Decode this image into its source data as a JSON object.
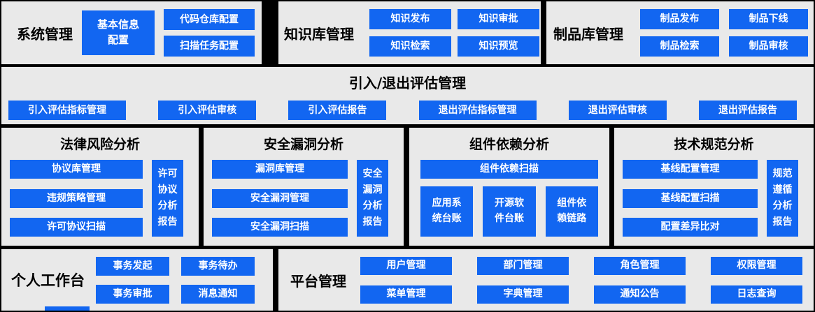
{
  "colors": {
    "background": "#000000",
    "panel": "#e9e9e9",
    "button": "#1266f1",
    "button_text": "#ffffff",
    "title_text": "#000000"
  },
  "panels": {
    "system": {
      "title": "系统管理",
      "buttons": {
        "basic_info": "基本信息\n配置",
        "code_repo": "代码仓库配置",
        "scan_task": "扫描任务配置"
      }
    },
    "knowledge": {
      "title": "知识库管理",
      "buttons": {
        "publish": "知识发布",
        "approval": "知识审批",
        "search": "知识检索",
        "preview": "知识预览"
      }
    },
    "artifact": {
      "title": "制品库管理",
      "buttons": {
        "publish": "制品发布",
        "offline": "制品下线",
        "search": "制品检索",
        "review": "制品审核"
      }
    },
    "evaluation": {
      "title": "引入/退出评估管理",
      "buttons": {
        "import_metrics": "引入评估指标管理",
        "import_review": "引入评估审核",
        "import_report": "引入评估报告",
        "exit_metrics": "退出评估指标管理",
        "exit_review": "退出评估审核",
        "exit_report": "退出评估报告"
      }
    },
    "legal": {
      "title": "法律风险分析",
      "buttons": {
        "agreement_library": "协议库管理",
        "violation_policy": "违规策略管理",
        "license_scan": "许可协议扫描",
        "license_report": "许可\n协议\n分析\n报告"
      }
    },
    "security": {
      "title": "安全漏洞分析",
      "buttons": {
        "vuln_library": "漏洞库管理",
        "vuln_management": "安全漏洞管理",
        "vuln_scan": "安全漏洞扫描",
        "vuln_report": "安全\n漏洞\n分析\n报告"
      }
    },
    "dependency": {
      "title": "组件依赖分析",
      "buttons": {
        "dependency_scan": "组件依赖扫描",
        "app_ledger": "应用系\n统台账",
        "oss_ledger": "开源软\n件台账",
        "dependency_link": "组件依\n赖链路"
      }
    },
    "tech_spec": {
      "title": "技术规范分析",
      "buttons": {
        "baseline_mgmt": "基线配置管理",
        "baseline_scan": "基线配置扫描",
        "config_diff": "配置差异比对",
        "spec_report": "规范\n遵循\n分析\n报告"
      }
    },
    "workbench": {
      "title": "个人工作台",
      "buttons": {
        "initiate": "事务发起",
        "todo": "事务待办",
        "approval": "事务审批",
        "notification": "消息通知"
      }
    },
    "platform": {
      "title": "平台管理",
      "buttons": {
        "user": "用户管理",
        "department": "部门管理",
        "role": "角色管理",
        "permission": "权限管理",
        "menu": "菜单管理",
        "dictionary": "字典管理",
        "announcement": "通知公告",
        "log": "日志查询"
      }
    }
  }
}
